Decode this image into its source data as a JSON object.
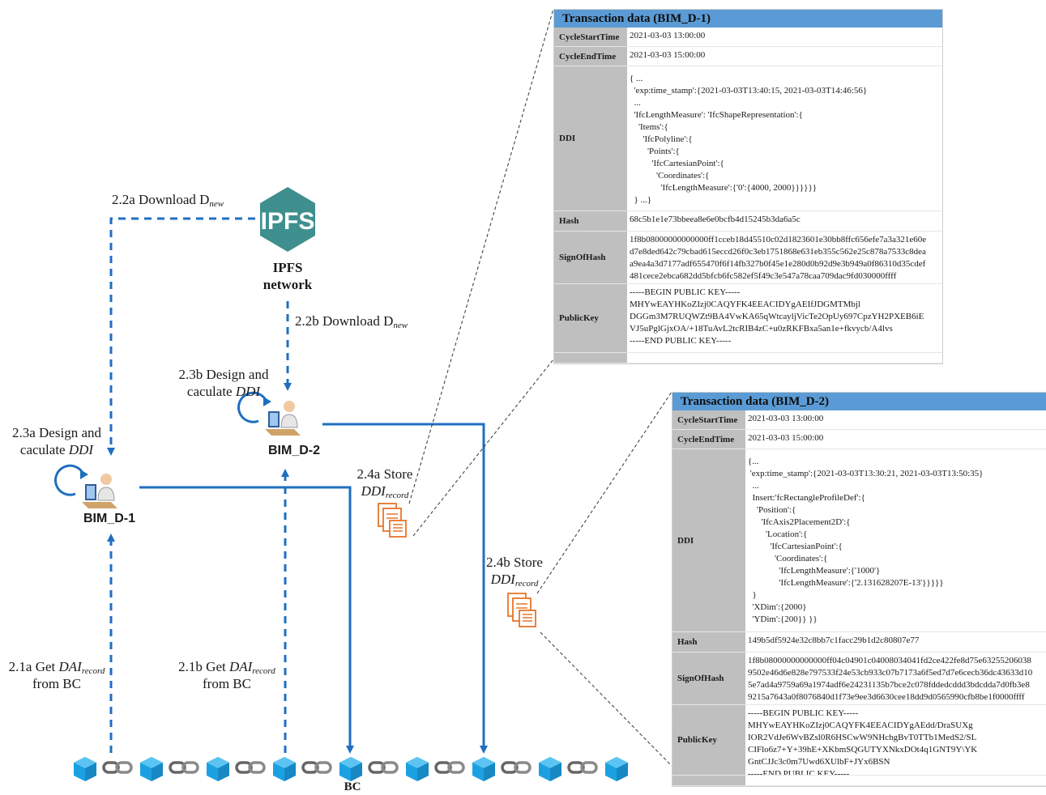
{
  "labels": {
    "download_a": "2.2a Download D",
    "download_a_sub": "new",
    "download_b": "2.2b Download D",
    "download_b_sub": "new",
    "design_a_line1": "2.3a Design and",
    "design_a_line2": "caculate ",
    "design_a_italic": "DDI",
    "design_b_line1": "2.3b Design and",
    "design_b_line2": "caculate ",
    "design_b_italic": "DDI",
    "store_a_line1": "2.4a Store",
    "store_a_italic": "DDI",
    "store_a_sub": "record",
    "store_b_line1": "2.4b Store",
    "store_b_italic": "DDI",
    "store_b_sub": "record",
    "get_a_prefix": "2.1a Get ",
    "get_a_italic": "DAI",
    "get_a_sub": "record",
    "get_a_line2": "from BC",
    "get_b_prefix": "2.1b Get ",
    "get_b_italic": "DAI",
    "get_b_sub": "record",
    "get_b_line2": "from BC"
  },
  "nodes": {
    "ipfs_logo": "IPFS",
    "ipfs_name_line1": "IPFS",
    "ipfs_name_line2": "network",
    "bim_d1": "BIM_D-1",
    "bim_d2": "BIM_D-2",
    "bc": "BC"
  },
  "colors": {
    "arrow_blue": "#1f6fc0",
    "ipfs_teal": "#3f8f8f",
    "block_blue": "#1ba1e2",
    "doc_orange": "#e8742a",
    "header_blue": "#5b9bd5",
    "key_grey": "#bfbfbf"
  },
  "tx1": {
    "title": "Transaction data (BIM_D-1)",
    "rows": [
      {
        "key": "CycleStartTime",
        "value": "2021-03-03 13:00:00"
      },
      {
        "key": "CycleEndTime",
        "value": "2021-03-03 15:00:00"
      },
      {
        "key": "DDI",
        "value": "{ ...\n  'exp:time_stamp':{2021-03-03T13:40:15, 2021-03-03T14:46:56}\n  ...\n  'IfcLengthMeasure': 'IfcShapeRepresentation':{\n    'Items':{\n      'IfcPolyline':{\n        'Points':{\n          'IfcCartesianPoint':{\n            'Coordinates':{\n              'IfcLengthMeasure':{'0':{4000, 2000}}}}}}\n  } ...}"
      },
      {
        "key": "Hash",
        "value": "68c5b1e1e73bbeea8e6e0bcfb4d15245b3da6a5c"
      },
      {
        "key": "SignOfHash",
        "value": "1f8b08000000000000ff1cceb18d45510c02d1823601e30bb8ffc656efe7a3a321e60e\nd7e8ded642c79cbad615eccd26f0c3eb1751868e631eb355c562e25c878a7533c8dea\na9ea4a3d7177adf655470f6f14fb327b0f45e1e280d0b92d9e3b949a0f86310d35cdef\n481cece2ebca682dd5bfcb6fc582ef5f49c3e547a78caa709dac9fd030000ffff"
      },
      {
        "key": "PublicKey",
        "value": "-----BEGIN PUBLIC KEY-----\nMHYwEAYHKoZIzj0CAQYFK4EEACIDYgAEIfJDGMTMbjl\nDGGm3M7RUQWZt9BA4VwKA65qWtcayljVicTe2OpUy697CpzYH2PXEB6iE\nVJ5uPglGjxOA/+18TuAvL2tcRIB4zC+u0zRKFBxa5an1e+fkvycb/A4lvs\n-----END PUBLIC KEY-----"
      }
    ]
  },
  "tx2": {
    "title": "Transaction data (BIM_D-2)",
    "rows": [
      {
        "key": "CycleStartTime",
        "value": "2021-03-03 13:00:00"
      },
      {
        "key": "CycleEndTime",
        "value": "2021-03-03 15:00:00"
      },
      {
        "key": "DDI",
        "value": "{...\n 'exp:time_stamp':{2021-03-03T13:30:21, 2021-03-03T13:50:35}\n  ...\n  Insert:'fcRectangleProfileDef':{\n    'Position':{\n      'IfcAxis2Placement2D':{\n        'Location':{\n          'IfcCartesianPoint':{\n            'Coordinates':{\n              'IfcLengthMeasure':{'1000'}\n              'IfcLengthMeasure':{'2.131628207E-13'}}}}}\n  }\n  'XDim':{2000}\n  'YDim':{200}} }}"
      },
      {
        "key": "Hash",
        "value": "149b5df5924e32c8bb7c1facc29b1d2c80807e77"
      },
      {
        "key": "SignOfHash",
        "value": "1f8b08000000000000ff04c04901c04008034041fd2ce422fe8d75e63255206038\n9502e46d6e828e797533f24e53cb933c07b7173a6f5ed7d7e6cecb36dc43633d10\n5e7ad4a9759a69a1974adf6e24231135b7bce2c078fddedcddd3bdcdda7d0fb3e8\n9215a7643a0f8076840d1f73e9ee3d6630cee18dd9d0565990cfb8be1f0000ffff"
      },
      {
        "key": "PublicKey",
        "value": "-----BEGIN PUBLIC KEY-----\nMHYwEAYHKoZIzj0CAQYFK4EEACIDYgAEdd/DraSUXg\nIOR2VdJe6WvBZsl0R6HSCwW9NHchgBvT0TTb1MedS2/SL\nCIFlo6z7+Y+39hE+XKbmSQGUTYXNkxDOt4q1GNT9Y\\YK\nGntCJJc3c0m7Uwd6XUlbF+JYx6BSN\n-----END PUBLIC KEY-----"
      }
    ]
  }
}
